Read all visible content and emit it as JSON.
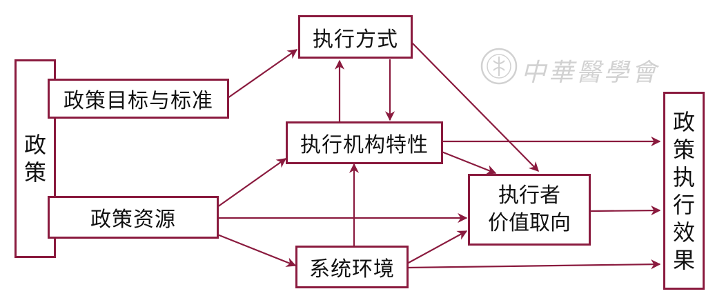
{
  "watermark_text": "中華醫學會",
  "nodes": {
    "policy": [
      "政",
      "策"
    ],
    "goal": "政策目标与标准",
    "resource": "政策资源",
    "method": "执行方式",
    "agency": "执行机构特性",
    "environment": "系统环境",
    "executor": [
      "执行者",
      "价值取向"
    ],
    "effect": [
      "政",
      "策",
      "执",
      "行",
      "效",
      "果"
    ]
  },
  "colors": {
    "line": "#8a1a3e",
    "text": "#111111",
    "watermark": "#9a9a9a"
  }
}
